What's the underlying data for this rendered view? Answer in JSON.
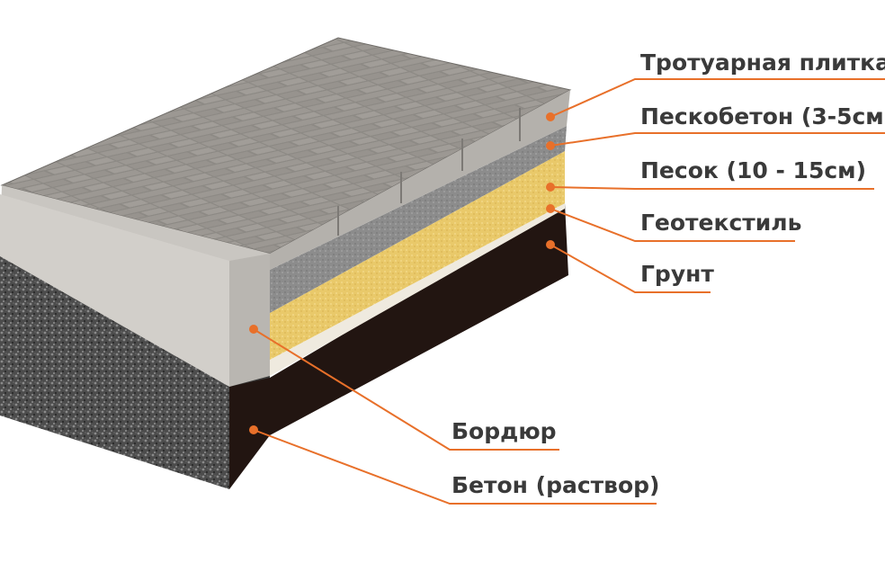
{
  "colors": {
    "leader": "#e8702a",
    "text": "#3a3a3a"
  },
  "labels": {
    "tile": "Тротуарная плитка",
    "sand_concrete": "Пескобетон (3-5см",
    "sand": "Песок (10 - 15см)",
    "geotextile": "Геотекстиль",
    "soil": "Грунт",
    "curb": "Бордюр",
    "concrete": "Бетон (раствор)"
  }
}
